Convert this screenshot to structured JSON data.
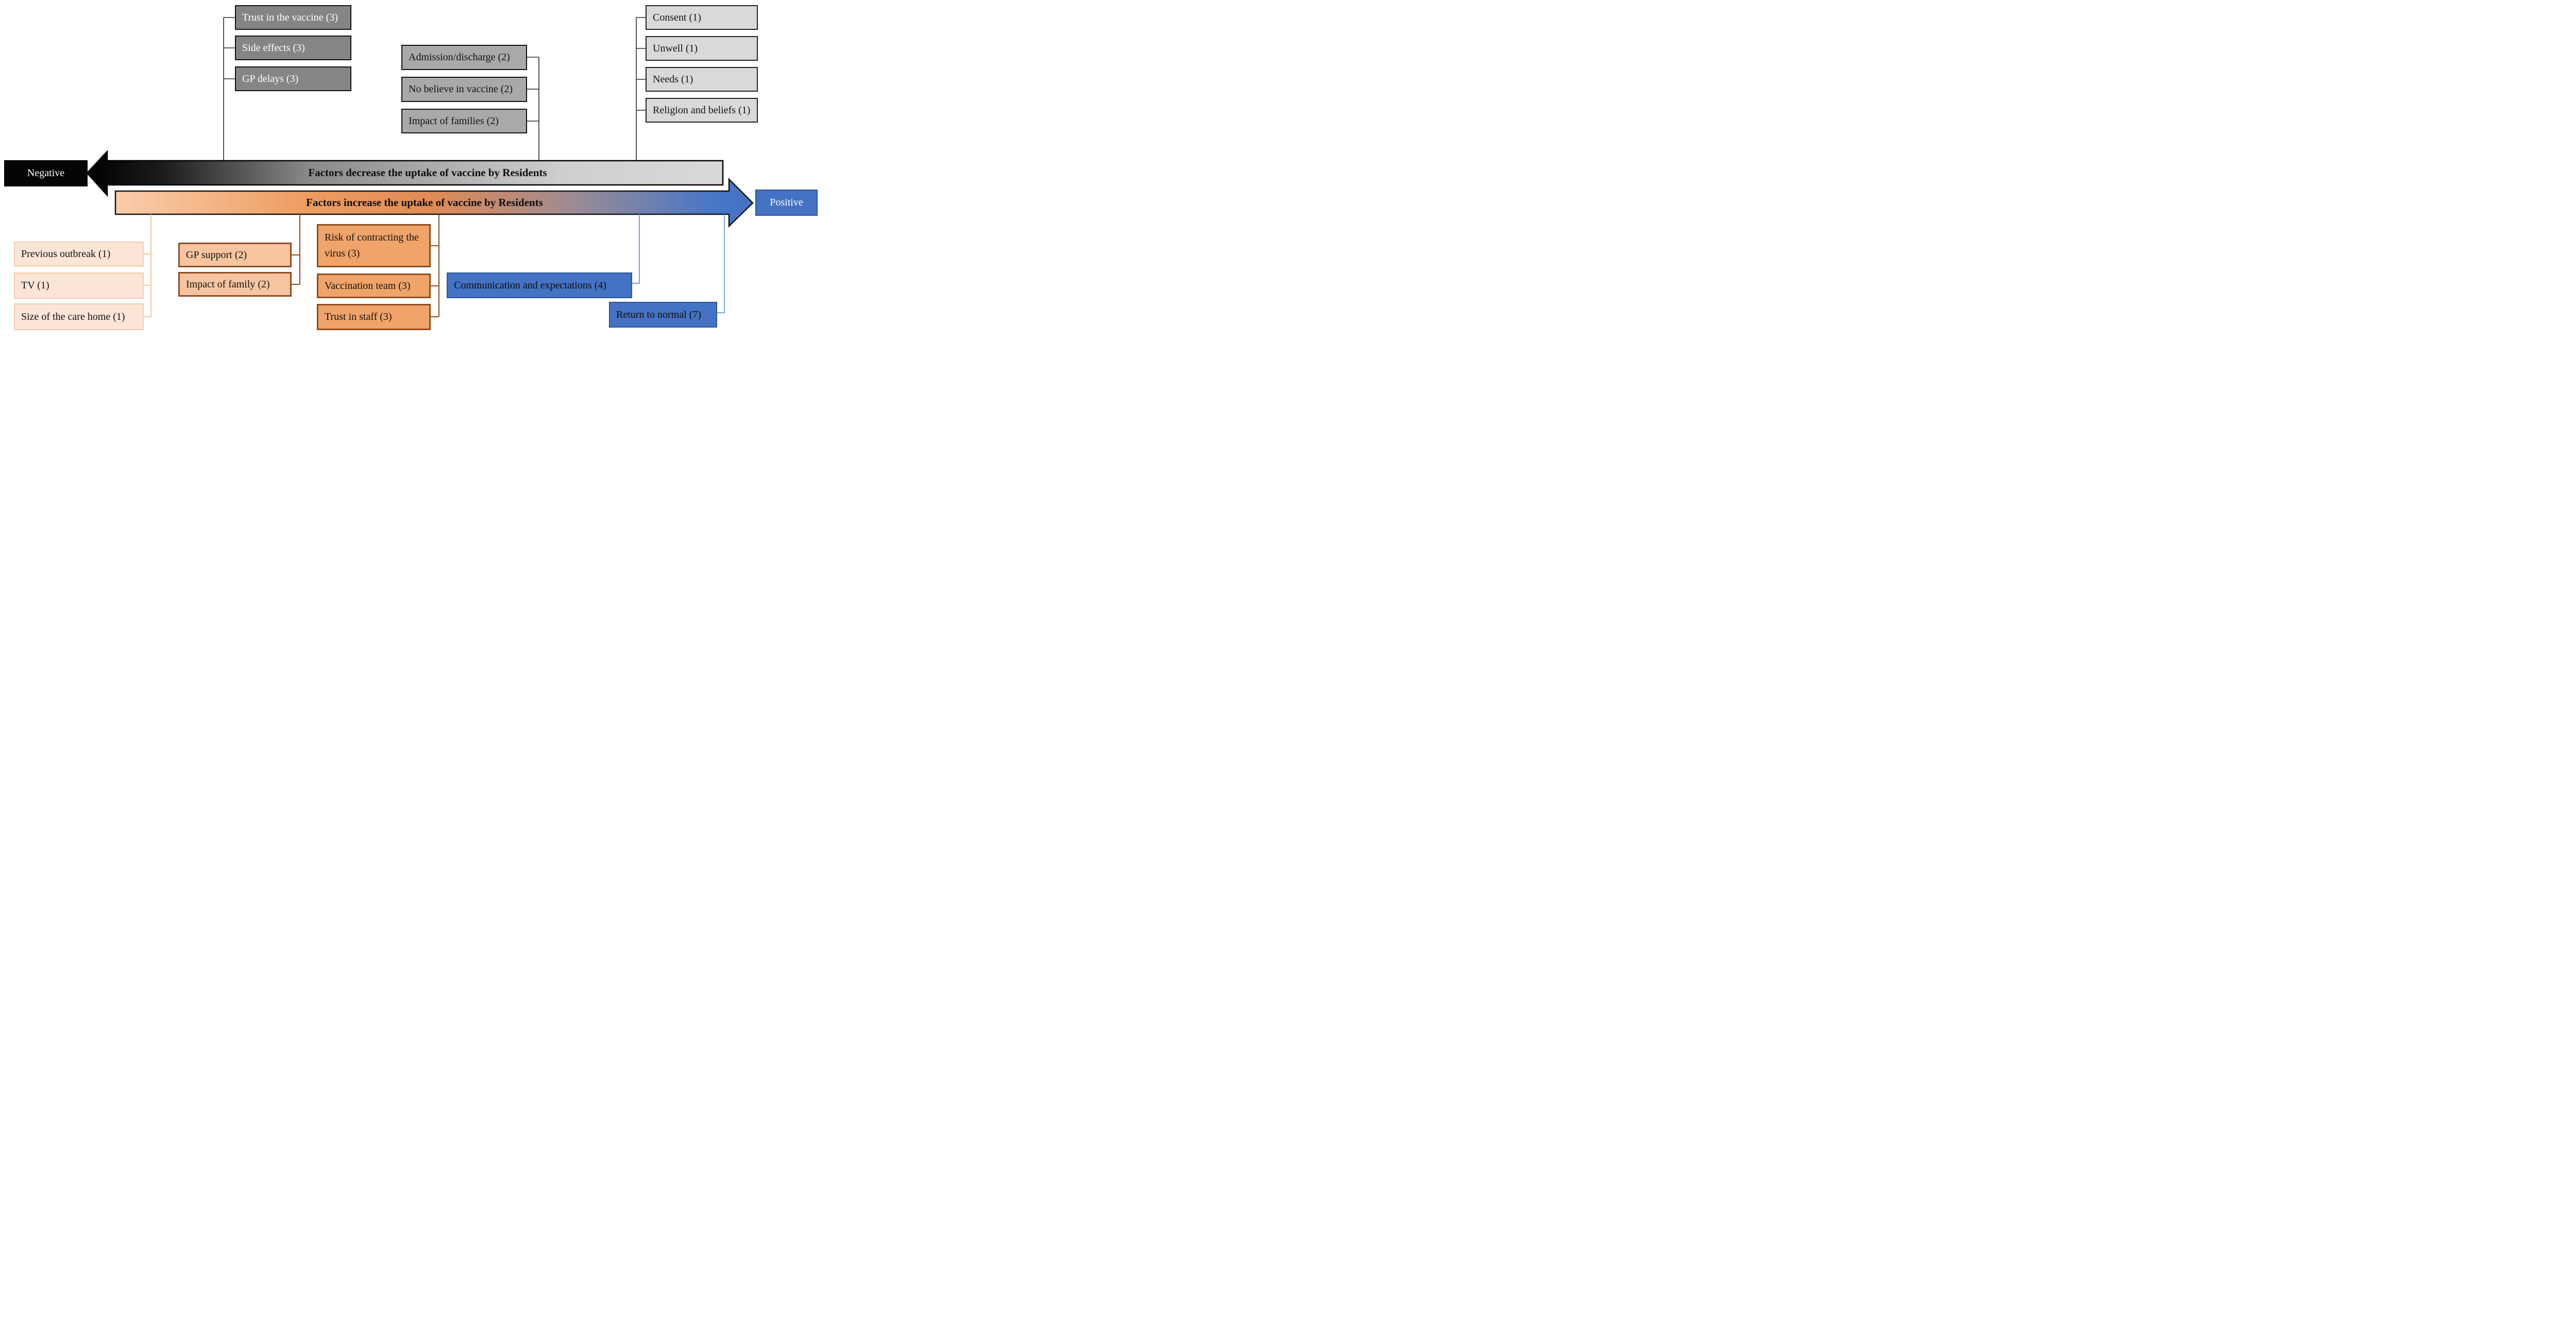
{
  "title_arrows": {
    "decrease": "Factors decrease the uptake of vaccine by Residents",
    "increase": "Factors increase the uptake of vaccine by Residents",
    "negative": "Negative",
    "positive": "Positive"
  },
  "negative_factors": {
    "strong": [
      "Trust in the vaccine (3)",
      "Side effects (3)",
      "GP delays (3)"
    ],
    "moderate": [
      "Admission/discharge (2)",
      "No believe in vaccine (2)",
      "Impact of families (2)"
    ],
    "weak": [
      "Consent (1)",
      "Unwell (1)",
      "Needs (1)",
      "Religion and beliefs (1)"
    ]
  },
  "positive_factors": {
    "weak": [
      "Previous outbreak (1)",
      "TV (1)",
      "Size of the care home (1)"
    ],
    "moderate": [
      "GP support (2)",
      "Impact of family (2)"
    ],
    "strong": [
      "Risk of contracting the virus (3)",
      "Vaccination team (3)",
      "Trust in staff (3)"
    ],
    "communication": "Communication and expectations (4)",
    "return_to_normal": "Return to normal (7)"
  },
  "colors": {
    "dark_gray_fill": "#858585",
    "medium_gray_fill": "#a9a9a9",
    "light_gray_fill": "#d9d9d9",
    "light_peach_fill": "#fbe5d6",
    "peach_fill": "#f6c5a0",
    "orange_fill": "#f0a469",
    "orange_border": "#8f4d1e",
    "blue_fill": "#4472c4",
    "blue_border": "#2f5597",
    "blue_connector": "#7ba2dd",
    "peach_connector": "#f4c4a4"
  }
}
